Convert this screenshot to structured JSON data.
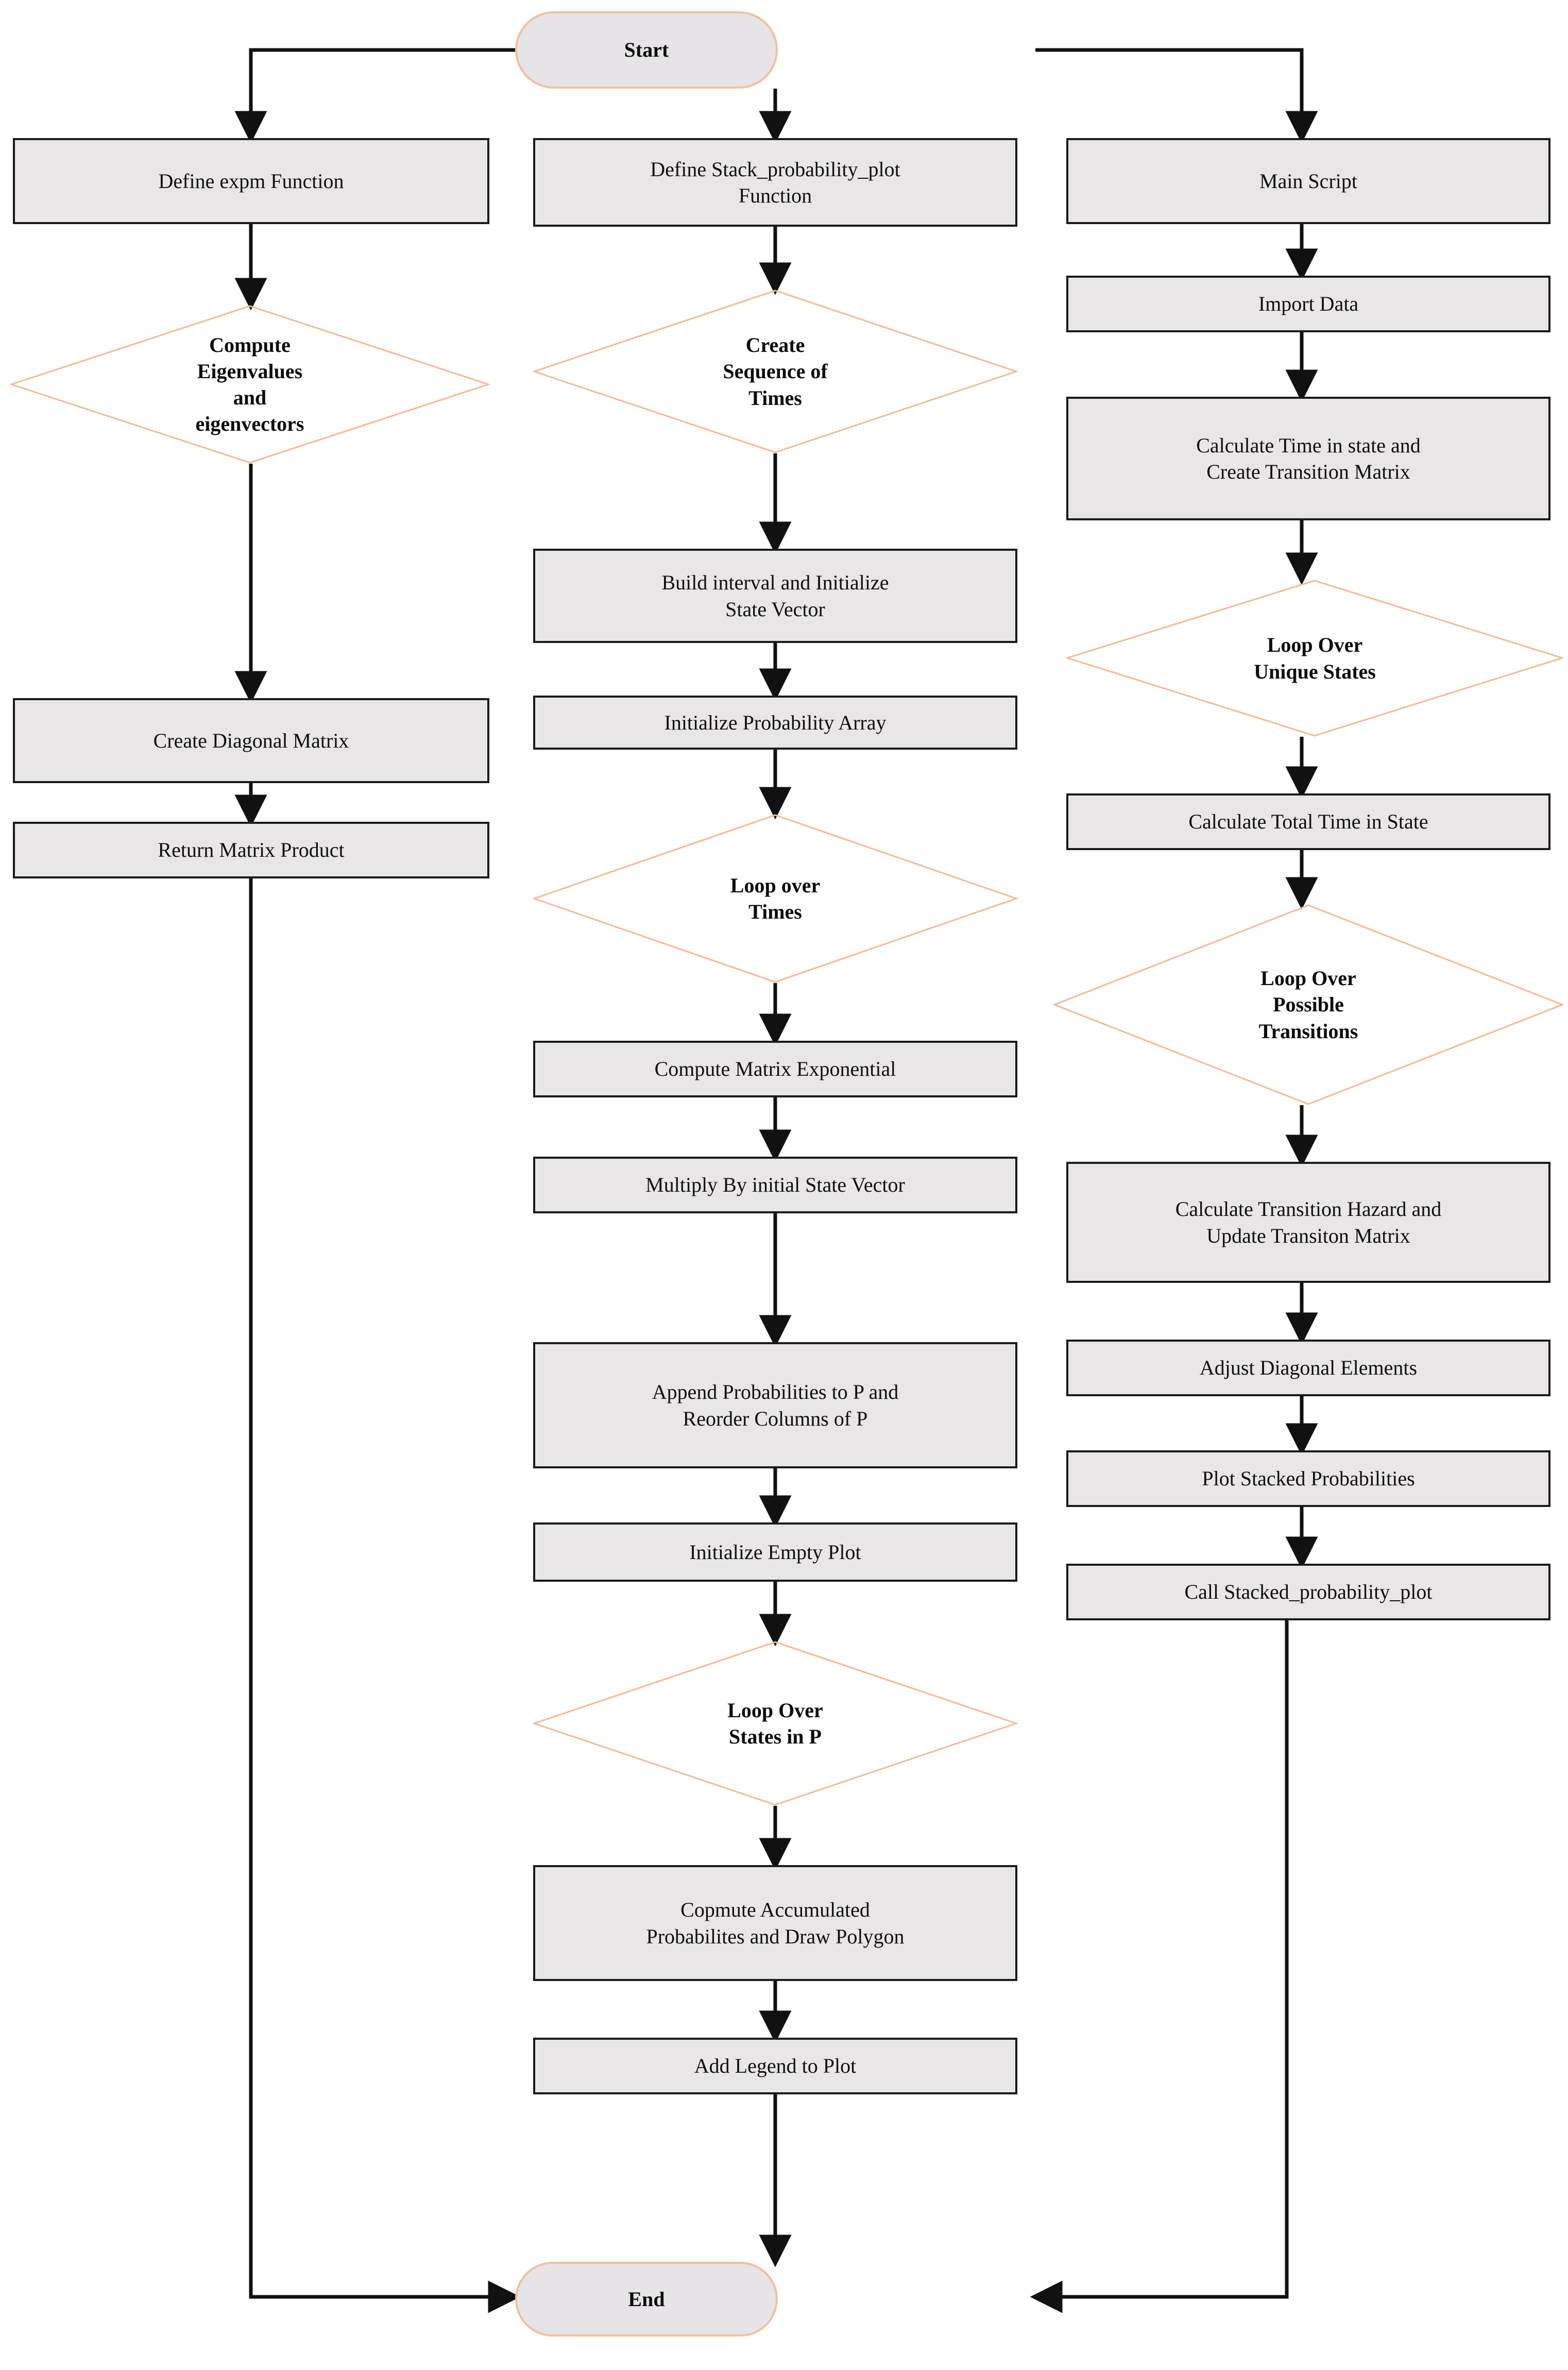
{
  "diagram": {
    "title_text": "",
    "colors": {
      "node_fill": "#e8e6e6",
      "process_border": "#1a1a1a",
      "decision_border": "#f0bb9a",
      "terminator_border": "#f0c0a0",
      "edge": "#111111",
      "text": "#100f10",
      "background": "#ffffff"
    },
    "terminators": {
      "start": "Start",
      "end": "End"
    },
    "columns": [
      {
        "name": "expm-function-column",
        "nodes": [
          {
            "id": "define-expm-function",
            "type": "process",
            "label": "Define expm Function"
          },
          {
            "id": "compute-eigenvalues-and-eigenvectors",
            "type": "decision",
            "label": "Compute\nEigenvalues\nand\neigenvectors"
          },
          {
            "id": "create-diagonal-matrix",
            "type": "process",
            "label": "Create Diagonal Matrix"
          },
          {
            "id": "return-matrix-product",
            "type": "process",
            "label": "Return Matrix Product"
          }
        ]
      },
      {
        "name": "stack-probability-plot-column",
        "nodes": [
          {
            "id": "define-stack-probability-plot-function",
            "type": "process",
            "label": "Define Stack_probability_plot\nFunction"
          },
          {
            "id": "create-sequence-of-times",
            "type": "decision",
            "label": "Create\nSequence of\nTimes"
          },
          {
            "id": "build-interval-and-initialize-state-vector",
            "type": "process",
            "label": "Build interval and Initialize\nState Vector"
          },
          {
            "id": "initialize-probability-array",
            "type": "process",
            "label": "Initialize Probability Array"
          },
          {
            "id": "loop-over-times",
            "type": "decision",
            "label": "Loop over\nTimes"
          },
          {
            "id": "compute-matrix-exponential",
            "type": "process",
            "label": "Compute Matrix Exponential"
          },
          {
            "id": "multiply-by-initial-state-vector",
            "type": "process",
            "label": "Multiply By initial State Vector"
          },
          {
            "id": "append-probabilities-to-p-and-reorder-columns-of-p",
            "type": "process",
            "label": "Append Probabilities to P and\nReorder Columns of P"
          },
          {
            "id": "initialize-empty-plot",
            "type": "process",
            "label": "Initialize Empty Plot"
          },
          {
            "id": "loop-over-states-in-p",
            "type": "decision",
            "label": "Loop Over\nStates in P"
          },
          {
            "id": "compute-accumulated-probabilities-and-draw-polygon",
            "type": "process",
            "label": "Copmute Accumulated\nProbabilites and Draw Polygon"
          },
          {
            "id": "add-legend-to-plot",
            "type": "process",
            "label": "Add Legend to Plot"
          }
        ]
      },
      {
        "name": "main-script-column",
        "nodes": [
          {
            "id": "main-script",
            "type": "process",
            "label": "Main Script"
          },
          {
            "id": "import-data",
            "type": "process",
            "label": "Import Data"
          },
          {
            "id": "calculate-time-in-state-and-create-transition-matrix",
            "type": "process",
            "label": "Calculate Time in state and\nCreate Transition Matrix"
          },
          {
            "id": "loop-over-unique-states",
            "type": "decision",
            "label": "Loop Over\nUnique States"
          },
          {
            "id": "calculate-total-time-in-state",
            "type": "process",
            "label": "Calculate Total Time in State"
          },
          {
            "id": "loop-over-possible-transitions",
            "type": "decision",
            "label": "Loop Over\nPossible\nTransitions"
          },
          {
            "id": "calculate-transition-hazard-and-update-transition-matrix",
            "type": "process",
            "label": "Calculate Transition Hazard and\nUpdate Transiton Matrix"
          },
          {
            "id": "adjust-diagonal-elements",
            "type": "process",
            "label": "Adjust Diagonal Elements"
          },
          {
            "id": "plot-stacked-probabilities",
            "type": "process",
            "label": "Plot Stacked Probabilities"
          },
          {
            "id": "call-stacked-probability-plot",
            "type": "process",
            "label": "Call Stacked_probability_plot"
          }
        ]
      }
    ]
  }
}
